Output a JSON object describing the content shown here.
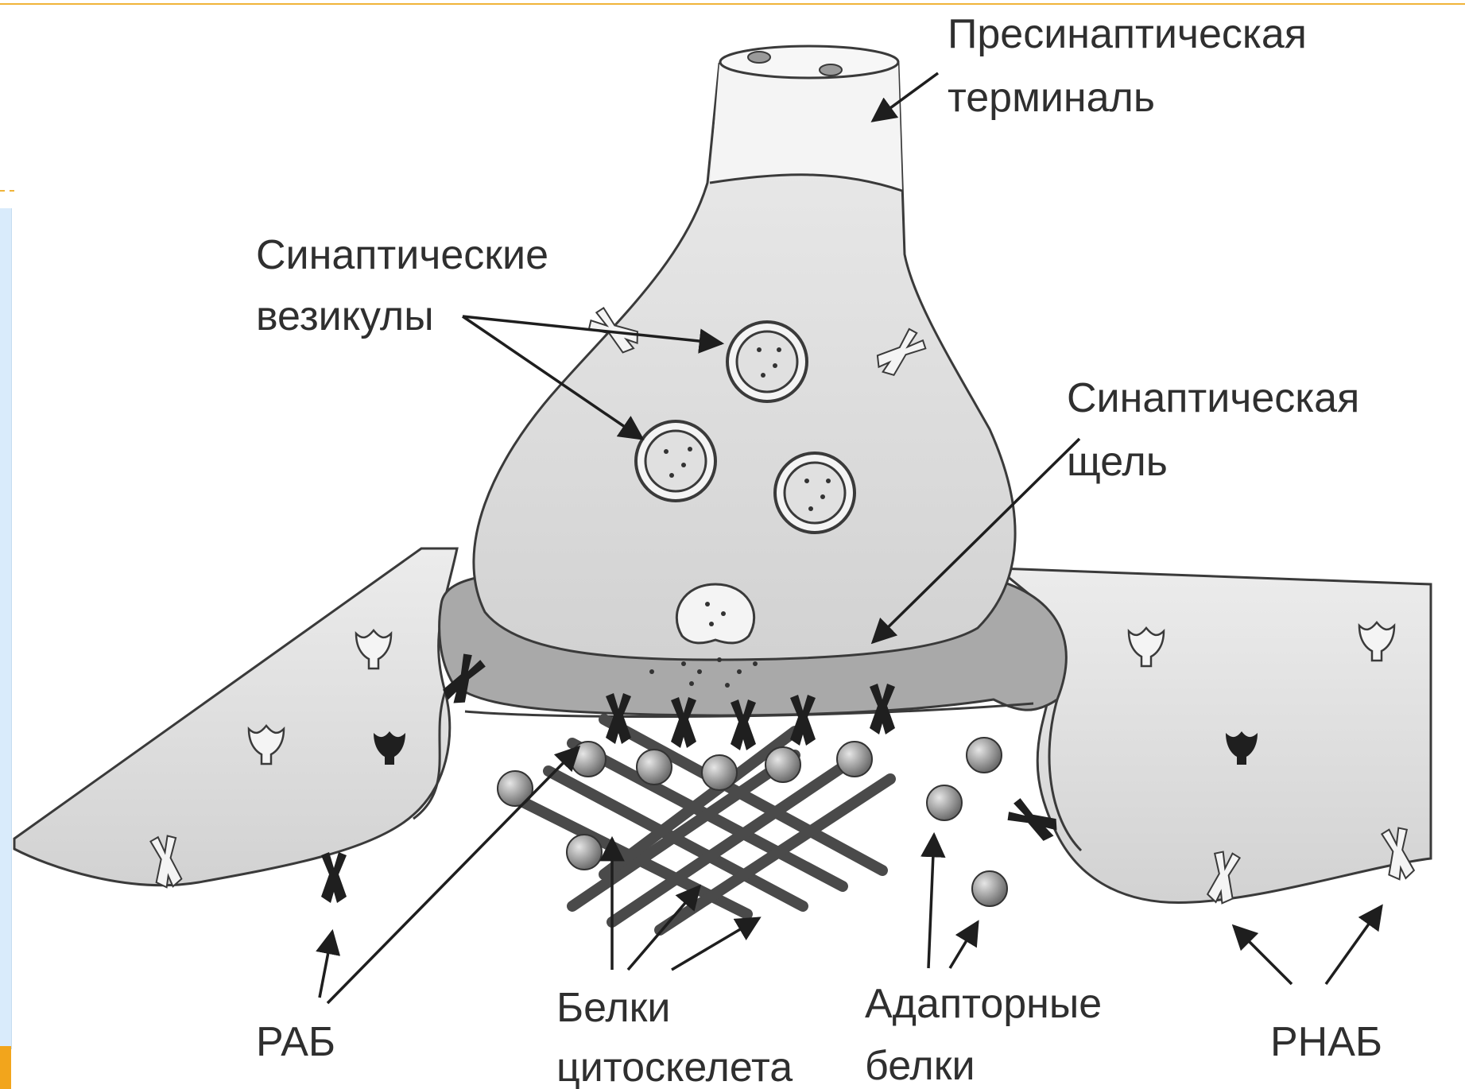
{
  "labels": {
    "presynaptic_line1": "Пресинаптическая",
    "presynaptic_line2": "терминаль",
    "vesicles_line1": "Синаптические",
    "vesicles_line2": "везикулы",
    "cleft_line1": "Синаптическая",
    "cleft_line2": "щель",
    "rab": "РАБ",
    "cytoskeleton_line1": "Белки",
    "cytoskeleton_line2": "цитоскелета",
    "adaptor_line1": "Адапторные",
    "adaptor_line2": "белки",
    "rnab": "РНАБ"
  },
  "colors": {
    "cell_fill": "#dcdcdc",
    "cleft_fill": "#a9a9a9",
    "outline": "#3a3a3a",
    "receptor_dark": "#1f1f1f",
    "accent_orange": "#f2a51c",
    "panel_blue": "#d9ebfb"
  },
  "icons": [
    "receptor-icon",
    "channel-icon",
    "vesicle-icon",
    "adaptor-protein-icon"
  ]
}
